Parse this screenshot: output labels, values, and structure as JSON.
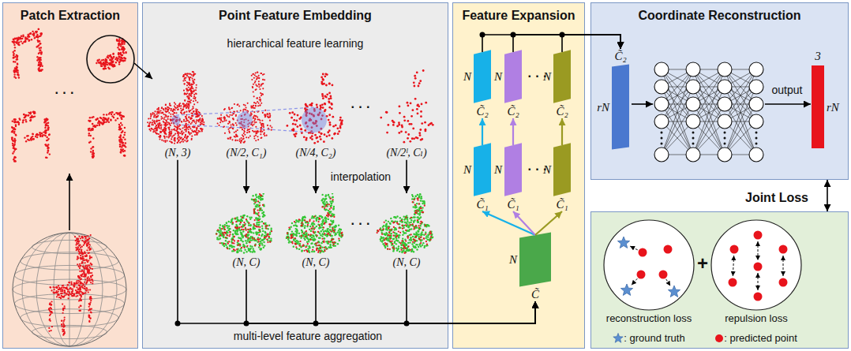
{
  "diagram": {
    "nodes": [
      {
        "text": [
          "Patch Extraction"
        ]
      },
      {
        "text": [
          "Point Feature Embedding"
        ]
      },
      {
        "text": [
          "(N, 3)"
        ],
        "in": 1
      },
      {
        "text": [
          "(N/2, C₁)"
        ],
        "in": 1
      },
      {
        "text": [
          "(N/4, C₂)"
        ],
        "in": 1
      },
      {
        "text": [
          "(N/2ˡ, Cₗ)"
        ],
        "in": 1
      },
      {
        "text": [
          "(N, C)"
        ],
        "in": 1
      },
      {
        "text": [
          "(N, C)"
        ],
        "in": 1
      },
      {
        "text": [
          "(N, C)"
        ],
        "in": 1
      },
      {
        "text": [
          "Feature Expansion"
        ]
      },
      {
        "text": [
          "N",
          "C̃"
        ],
        "in": 9
      },
      {
        "text": [
          "N",
          "C̃₁"
        ],
        "in": 9
      },
      {
        "text": [
          "N",
          "C̃₁"
        ],
        "in": 9
      },
      {
        "text": [
          "N",
          "C̃₁"
        ],
        "in": 9
      },
      {
        "text": [
          "N",
          "C̃₂"
        ],
        "in": 9
      },
      {
        "text": [
          "N",
          "C̃₂"
        ],
        "in": 9
      },
      {
        "text": [
          "N",
          "C̃₂"
        ],
        "in": 9
      },
      {
        "text": [
          "Coordinate Reconstruction"
        ]
      },
      {
        "text": [
          "C̃₂",
          "rN"
        ],
        "in": 17
      },
      {
        "text": [
          "3",
          "rN"
        ],
        "in": 17
      },
      {
        "text": [
          "Joint Loss"
        ]
      },
      {
        "text": [
          "reconstruction loss"
        ],
        "in": 20
      },
      {
        "text": [
          "repulsion loss"
        ],
        "in": 20
      }
    ],
    "edges": [
      {
        "from": 3,
        "to": 6,
        "arrow": "to"
      },
      {
        "from": 4,
        "to": 7,
        "arrow": "to"
      },
      {
        "from": 5,
        "to": 8,
        "arrow": "to"
      },
      {
        "from": 2,
        "to": 10,
        "arrow": "to"
      },
      {
        "from": 6,
        "to": 10,
        "arrow": "to"
      },
      {
        "from": 7,
        "to": 10,
        "arrow": "to"
      },
      {
        "from": 8,
        "to": 10,
        "arrow": "to"
      },
      {
        "from": 10,
        "to": 11,
        "arrow": "to"
      },
      {
        "from": 10,
        "to": 12,
        "arrow": "to"
      },
      {
        "from": 10,
        "to": 13,
        "arrow": "to"
      },
      {
        "from": 11,
        "to": 14,
        "arrow": "to"
      },
      {
        "from": 12,
        "to": 15,
        "arrow": "to"
      },
      {
        "from": 13,
        "to": 16,
        "arrow": "to"
      },
      {
        "from": 14,
        "to": 18,
        "arrow": "to"
      },
      {
        "from": 15,
        "to": 18,
        "arrow": "to"
      },
      {
        "from": 16,
        "to": 18,
        "arrow": "to"
      },
      {
        "from": 17,
        "to": 20,
        "arrow": "both"
      }
    ],
    "labels": [
      "· · ·",
      "hierarchical feature learning",
      "· · ·",
      "interpolation",
      "· · ·",
      "multi-level feature aggregation",
      "· · ·",
      "· · ·",
      "output",
      "+"
    ],
    "legend": [
      {
        "text": ": ground truth"
      },
      {
        "text": ": predicted point",
        "color": "#e8141c"
      }
    ]
  }
}
